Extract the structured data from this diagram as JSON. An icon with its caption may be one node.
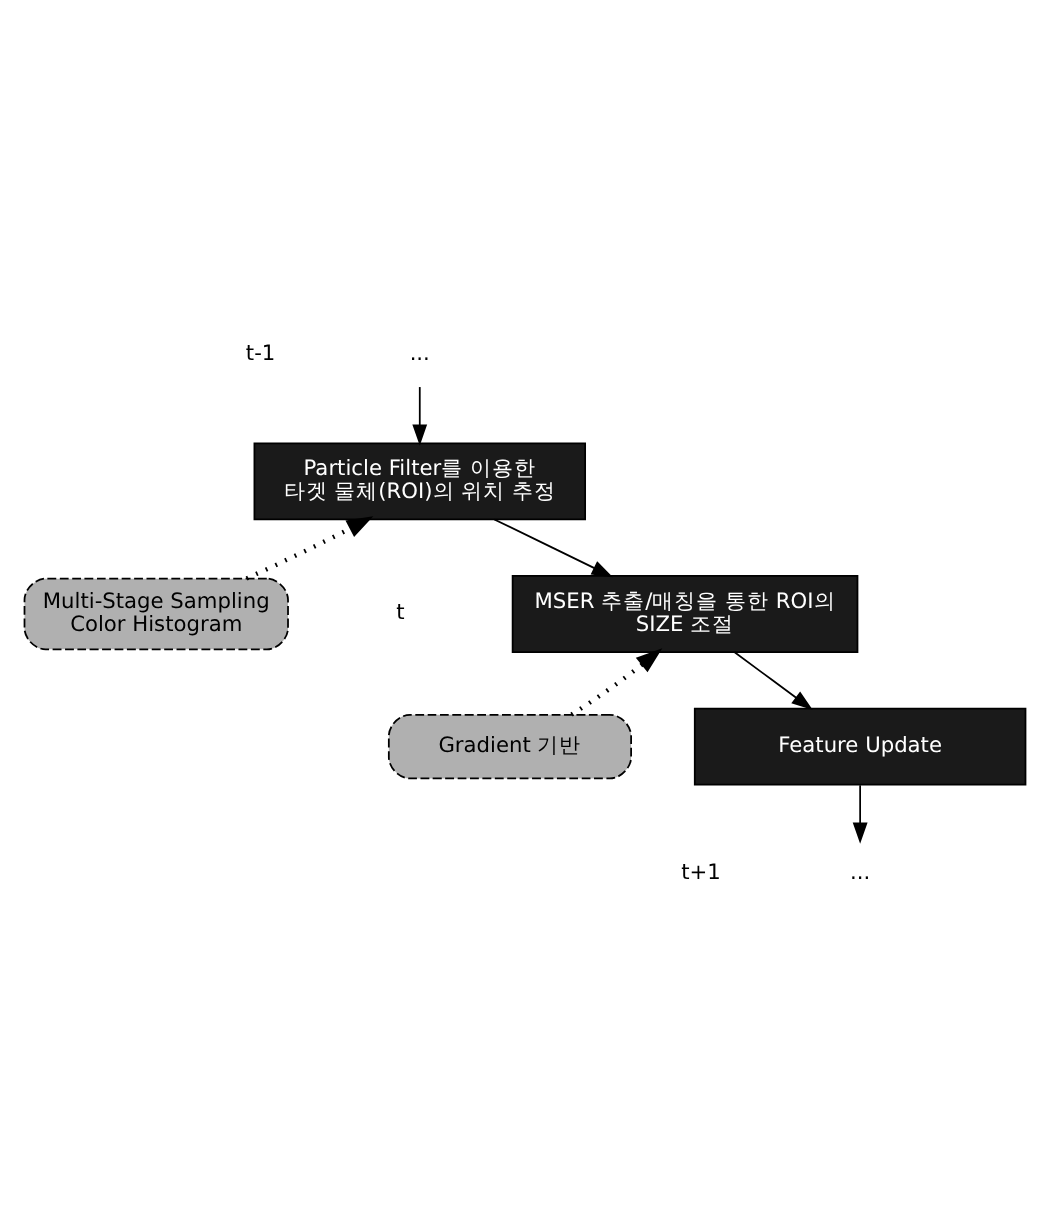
{
  "diagram": {
    "nodes": [
      {
        "text": [
          "..."
        ]
      },
      {
        "text": [
          "Particle Filter를 이용한 타겟 물체(ROI)의 위치 추정"
        ]
      },
      {
        "text": [
          "Multi-Stage Sampling Color Histogram"
        ]
      },
      {
        "text": [
          "MSER 추출/매칭을 통한 ROI의 SIZE 조절"
        ]
      },
      {
        "text": [
          "Gradient 기반"
        ]
      },
      {
        "text": [
          "Feature Update"
        ]
      },
      {
        "text": [
          "..."
        ]
      }
    ],
    "edges": [
      {
        "from": 0,
        "to": 1,
        "arrow": "to"
      },
      {
        "from": 1,
        "to": 3,
        "arrow": "to"
      },
      {
        "from": 2,
        "to": 1,
        "arrow": "to",
        "style": "dashed"
      },
      {
        "from": 3,
        "to": 5,
        "arrow": "to"
      },
      {
        "from": 4,
        "to": 3,
        "arrow": "to",
        "style": "dashed"
      },
      {
        "from": 5,
        "to": 6,
        "arrow": "to"
      }
    ],
    "labels": [
      "t-1",
      "t",
      "t+1"
    ]
  }
}
